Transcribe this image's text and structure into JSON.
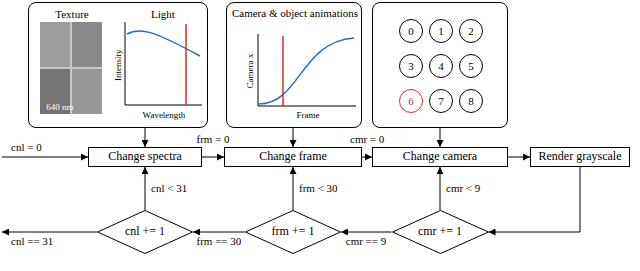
{
  "diagram": {
    "nodes": [
      {
        "text": [
          "Texture",
          "640 nm",
          "Light",
          "Intensity",
          "Wavelength"
        ]
      },
      {
        "text": [
          "Camera & object animations",
          "Camera x",
          "Frame"
        ]
      },
      {
        "text": []
      },
      {
        "text": [
          "0"
        ],
        "in": 2
      },
      {
        "text": [
          "1"
        ],
        "in": 2
      },
      {
        "text": [
          "2"
        ],
        "in": 2
      },
      {
        "text": [
          "3"
        ],
        "in": 2
      },
      {
        "text": [
          "4"
        ],
        "in": 2
      },
      {
        "text": [
          "5"
        ],
        "in": 2
      },
      {
        "text": [
          "6"
        ],
        "in": 2
      },
      {
        "text": [
          "7"
        ],
        "in": 2
      },
      {
        "text": [
          "8"
        ],
        "in": 2
      },
      {
        "text": [
          "Change spectra"
        ]
      },
      {
        "text": [
          "Change frame"
        ]
      },
      {
        "text": [
          "Change camera"
        ]
      },
      {
        "text": [
          "Render grayscale"
        ]
      },
      {
        "text": [
          "cnl += 1"
        ]
      },
      {
        "text": [
          "frm += 1"
        ]
      },
      {
        "text": [
          "cmr += 1"
        ]
      }
    ],
    "edges": [
      {
        "from": 0,
        "to": 12,
        "arrow": "to"
      },
      {
        "from": 1,
        "to": 13,
        "arrow": "to"
      },
      {
        "from": 2,
        "to": 14,
        "arrow": "to"
      },
      {
        "from": 12,
        "to": 13,
        "label": "frm = 0",
        "arrow": "to"
      },
      {
        "from": 13,
        "to": 14,
        "label": "cmr = 0",
        "arrow": "to"
      },
      {
        "from": 14,
        "to": 15,
        "arrow": "to"
      },
      {
        "from": 15,
        "to": 18,
        "arrow": "to"
      },
      {
        "from": 18,
        "to": 14,
        "label": "cmr < 9",
        "arrow": "to"
      },
      {
        "from": 18,
        "to": 17,
        "label": "cmr == 9",
        "arrow": "to"
      },
      {
        "from": 17,
        "to": 13,
        "label": "frm < 30",
        "arrow": "to"
      },
      {
        "from": 17,
        "to": 16,
        "label": "frm == 30",
        "arrow": "to"
      },
      {
        "from": 16,
        "to": 12,
        "label": "cnl < 31",
        "arrow": "to"
      }
    ],
    "labels": [
      "cnl = 0",
      "cnl == 31"
    ]
  }
}
